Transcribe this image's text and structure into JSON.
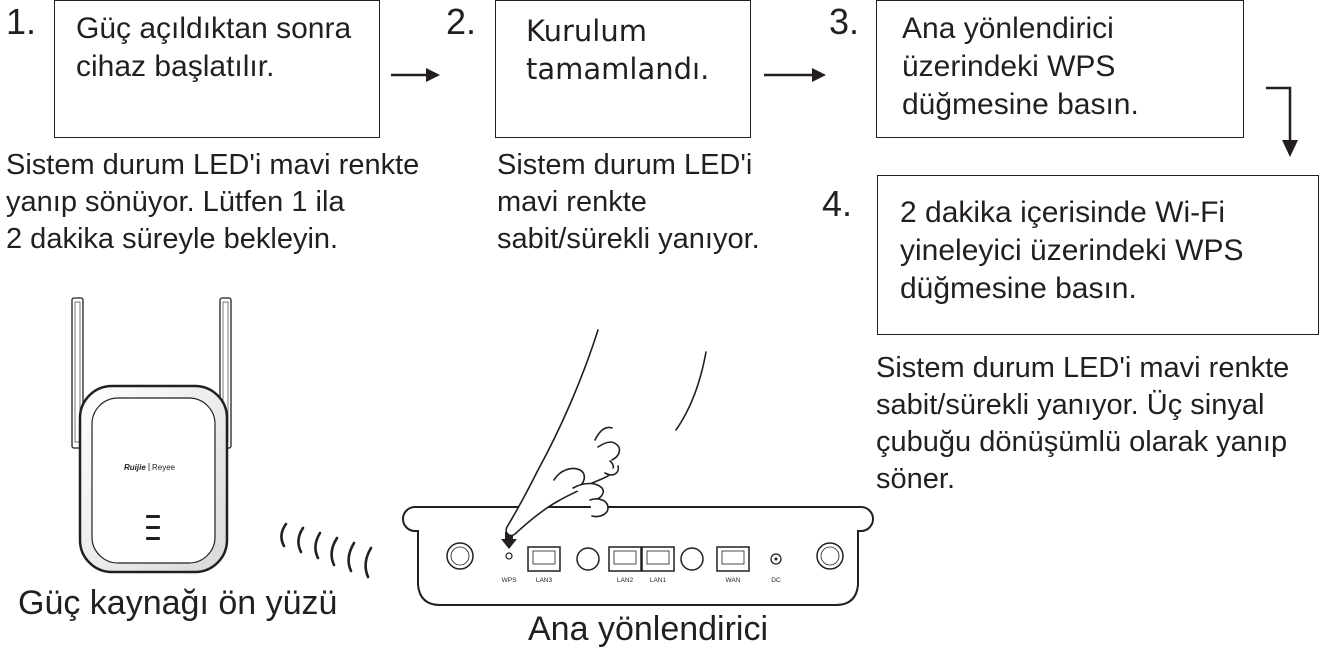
{
  "steps": [
    {
      "number": "1.",
      "lines": [
        "Güç açıldıktan sonra",
        "cihaz başlatılır."
      ],
      "desc": [
        "Sistem durum LED'i mavi renkte",
        "yanıp sönüyor. Lütfen 1 ila",
        "2 dakika süreyle bekleyin."
      ]
    },
    {
      "number": "2.",
      "lines": [
        "Kurulum",
        "tamamlandı."
      ],
      "desc": [
        "Sistem durum LED'i",
        "mavi renkte",
        "sabit/sürekli yanıyor."
      ]
    },
    {
      "number": "3.",
      "lines": [
        "Ana yönlendirici",
        "üzerindeki WPS",
        "düğmesine basın."
      ]
    },
    {
      "number": "4.",
      "lines": [
        "2 dakika içerisinde Wi-Fi",
        "yineleyici üzerindeki WPS",
        "düğmesine basın."
      ],
      "desc": [
        "Sistem durum LED'i mavi renkte",
        "sabit/sürekli yanıyor. Üç sinyal",
        "çubuğu dönüşümlü olarak yanıp",
        "söner."
      ]
    }
  ],
  "captions": {
    "repeater": "Güç kaynağı ön yüzü",
    "router": "Ana yönlendirici"
  },
  "device_brand": {
    "brand": "Ruijie",
    "subbrand": "Reyee"
  },
  "router_ports": [
    "WPS",
    "LAN3",
    "LAN2",
    "LAN1",
    "WAN",
    "DC"
  ],
  "colors": {
    "ink": "#231f20",
    "background": "#ffffff"
  }
}
